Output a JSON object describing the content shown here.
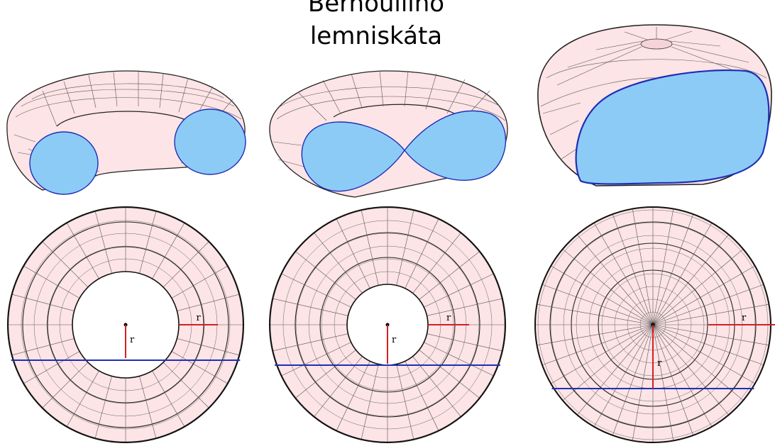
{
  "title": {
    "line1": "Bernoulliho",
    "line2": "lemniskáta"
  },
  "labels": {
    "radius": "r"
  },
  "colors": {
    "surface": "#fde4e6",
    "grid": "#333333",
    "section": "#8dcbf7",
    "cut_line": "#1f2fb5",
    "radius": "#d32020"
  },
  "panels": [
    {
      "type": "ring-torus",
      "has_hole": true
    },
    {
      "type": "horn-torus",
      "has_hole": true
    },
    {
      "type": "spindle-torus",
      "has_hole": false
    }
  ]
}
